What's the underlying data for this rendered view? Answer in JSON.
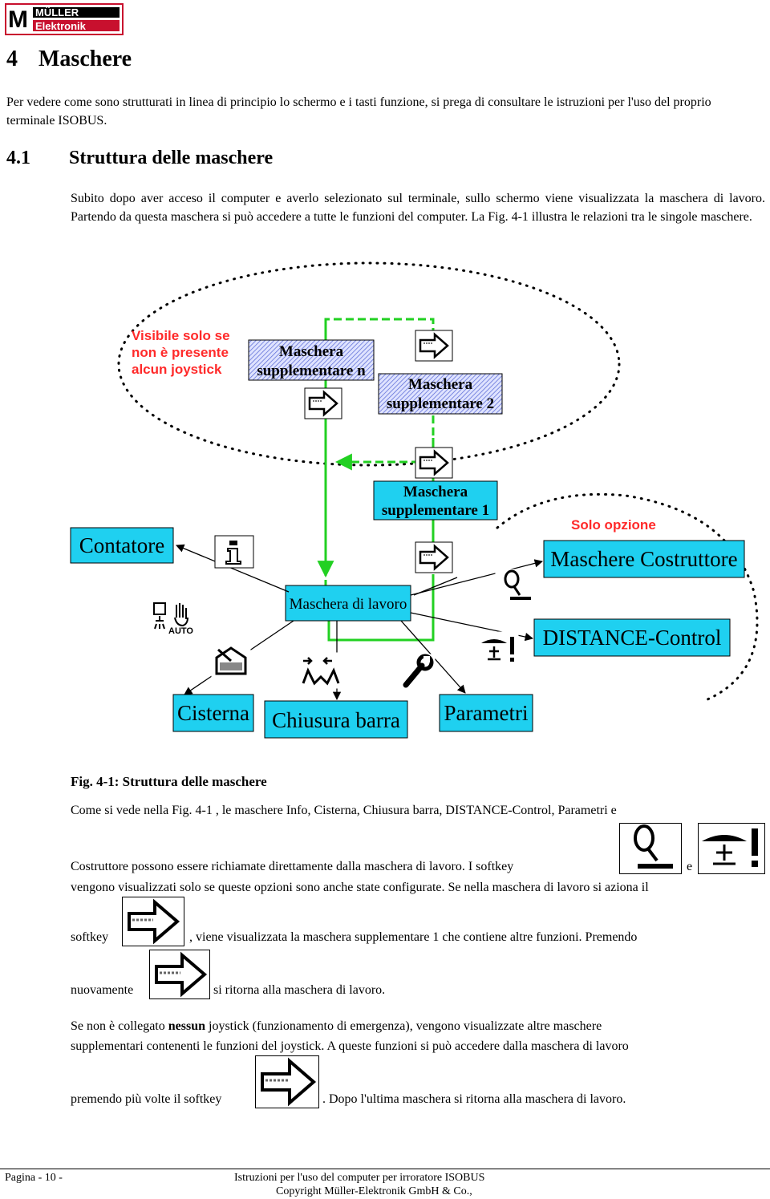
{
  "brand": {
    "logo_text_top": "MÜLLER",
    "logo_text_bottom": "Elektronik"
  },
  "heading": {
    "number": "4",
    "title": "Maschere"
  },
  "intro": "Per vedere come sono strutturati in linea di principio lo schermo e i tasti funzione, si prega di consultare le istruzioni per l'uso del proprio terminale ISOBUS.",
  "section": {
    "number": "4.1",
    "title": "Struttura delle maschere"
  },
  "para1": "Subito dopo aver acceso il computer e averlo selezionato sul terminale, sullo schermo viene visualizzata la maschera di lavoro. Partendo da questa maschera si può accedere a tutte le funzioni del computer. La Fig. 4-1 illustra le relazioni tra le singole maschere.",
  "figure": {
    "red_note": [
      "Visibile solo se",
      "non è presente",
      "alcun joystick"
    ],
    "solo_opzione": "Solo opzione",
    "boxes": {
      "supp_n": [
        "Maschera",
        "supplementare n"
      ],
      "supp_2": [
        "Maschera",
        "supplementare 2"
      ],
      "supp_1": [
        "Maschera",
        "supplementare 1"
      ],
      "contatore": "Contatore",
      "lavoro": "Maschera di lavoro",
      "costruttore": "Maschere Costruttore",
      "distance": "DISTANCE-Control",
      "cisterna": "Cisterna",
      "chiusura": "Chiusura barra",
      "parametri": "Parametri"
    },
    "auto_label": "AUTO",
    "info_glyph": "i",
    "colors": {
      "box_fill": "#1fd0f0",
      "green": "#22d022",
      "red": "#ff2a2a",
      "hatch": "#5b6bd6"
    }
  },
  "caption": "Fig. 4-1: Struttura delle maschere",
  "para2_line1": "Come si vede nella Fig. 4-1 , le maschere Info, Cisterna, Chiusura barra, DISTANCE-Control, Parametri e",
  "para2_line2a": "Costruttore possono essere richiamate direttamente dalla maschera di lavoro. I softkey",
  "para2_line2b": "e",
  "para2_line3": "vengono visualizzati solo se queste opzioni sono anche state configurate. Se nella maschera di lavoro si aziona il",
  "para2_line4a": "softkey",
  "para2_line4b": ", viene visualizzata la maschera supplementare 1 che contiene altre funzioni. Premendo",
  "para2_line5a": "nuovamente",
  "para2_line5b": "si ritorna alla maschera di lavoro.",
  "para3_line1a": "Se non è collegato",
  "para3_bold": "nessun",
  "para3_line1b": "joystick (funzionamento di emergenza), vengono visualizzate altre maschere",
  "para3_line2": "supplementari contenenti le funzioni del joystick. A queste funzioni si può accedere dalla maschera di lavoro",
  "para3_line3a": "premendo più volte il softkey",
  "para3_line3b": ". Dopo l'ultima maschera si ritorna alla maschera di lavoro.",
  "footer": {
    "page": "Pagina - 10 -",
    "doc": "Istruzioni per l'uso del computer per irroratore ISOBUS",
    "copyright": "Copyright Müller-Elektronik GmbH & Co.,"
  }
}
